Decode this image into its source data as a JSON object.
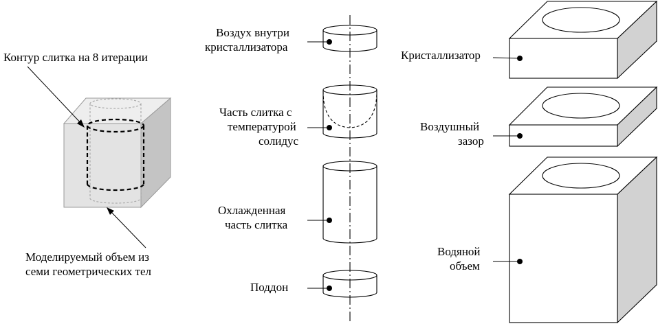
{
  "left": {
    "contour_label": "Контур слитка на 8 итерации",
    "volume_label": [
      "Моделируемый объем из",
      "семи геометрических тел"
    ]
  },
  "middle": {
    "air_label": [
      "Воздух внутри",
      "кристаллизатора"
    ],
    "solidus_label": [
      "Часть слитка с",
      "температурой",
      "солидус"
    ],
    "cooled_label": [
      "Охлажденная",
      "часть слитка"
    ],
    "tray_label": "Поддон"
  },
  "right": {
    "mold_label": "Кристаллизатор",
    "gap_label": [
      "Воздушный",
      "зазор"
    ],
    "water_label": [
      "Водяной",
      "объем"
    ]
  },
  "colors": {
    "box_front": "#e3e3e3",
    "box_top": "#eeeeee",
    "box_side": "#c4c4c4",
    "right_side": "#d2d2d2",
    "stroke": "#000000",
    "ghost": "#aaaaaa"
  }
}
